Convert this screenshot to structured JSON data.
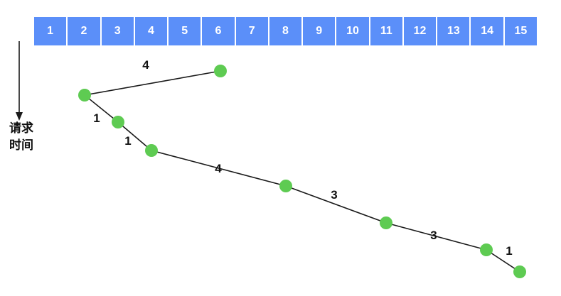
{
  "track_row": {
    "cells": [
      "1",
      "2",
      "3",
      "4",
      "5",
      "6",
      "7",
      "8",
      "9",
      "10",
      "11",
      "12",
      "13",
      "14",
      "15"
    ]
  },
  "time_axis": {
    "label_line1": "请求",
    "label_line2": "时间"
  },
  "chart_data": {
    "type": "scatter",
    "title": "",
    "description": "Disk track request sequence over time; dots mark requested tracks (top row 1-15), edges labeled with seek distance",
    "x_categories": [
      "1",
      "2",
      "3",
      "4",
      "5",
      "6",
      "7",
      "8",
      "9",
      "10",
      "11",
      "12",
      "13",
      "14",
      "15"
    ],
    "request_sequence": [
      6,
      2,
      3,
      4,
      8,
      11,
      14,
      15
    ],
    "seek_distances": [
      4,
      1,
      1,
      4,
      3,
      3,
      1
    ],
    "edge_labels": [
      "4",
      "1",
      "1",
      "4",
      "3",
      "3",
      "1"
    ],
    "y_axis_label": "请求时间",
    "y_axis_direction": "time increases downward"
  },
  "colors": {
    "cell_blue": "#5b8ff9",
    "dot_green": "#5ecb52",
    "line_black": "#1a1a1a"
  }
}
